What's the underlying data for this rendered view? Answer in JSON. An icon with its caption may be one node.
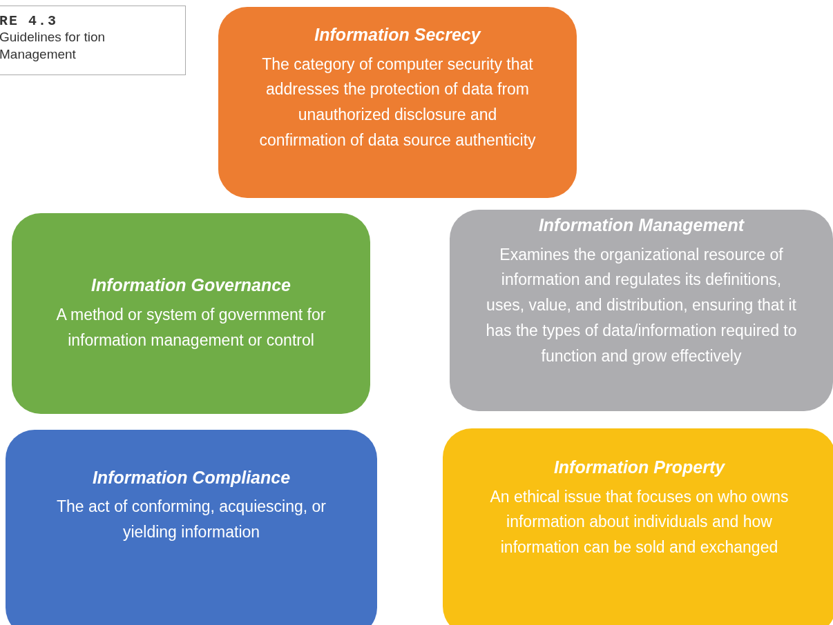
{
  "diagram": {
    "nodes": [
      {
        "text": [
          "RE 4.3",
          "Guidelines for tion Management"
        ]
      },
      {
        "text": [
          "Information Secrecy",
          "The category of computer security that addresses the protection of data from unauthorized disclosure and confirmation of data source authenticity"
        ]
      },
      {
        "text": [
          "Information Governance",
          "A method or system of government for information management or control"
        ]
      },
      {
        "text": [
          "Information Management",
          "Examines the organizational resource of information and regulates its definitions, uses, value, and distribution, ensuring that it has the types of data/information required to function and grow effectively"
        ]
      },
      {
        "text": [
          "Information Compliance",
          "The act of conforming, acquiescing, or yielding information"
        ]
      },
      {
        "text": [
          "Information Property",
          "An ethical issue that focuses on who owns information about individuals and how information can be sold and exchanged"
        ]
      }
    ]
  }
}
